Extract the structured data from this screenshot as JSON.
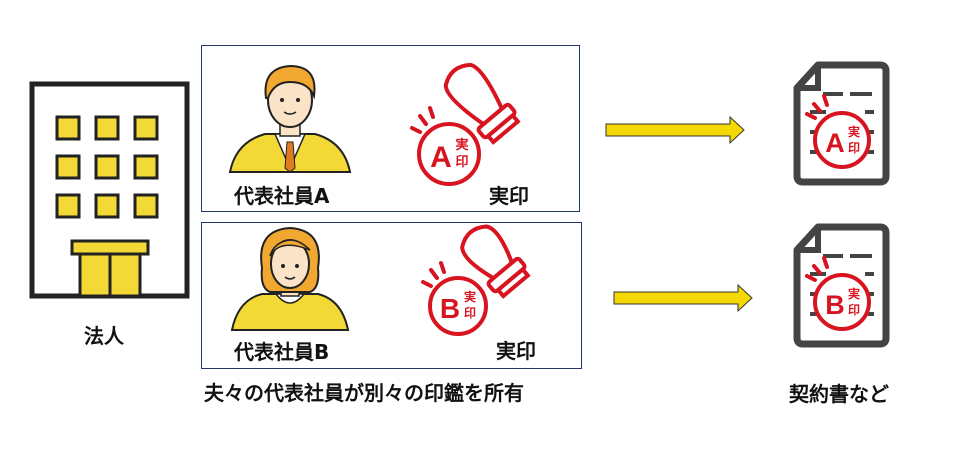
{
  "corporation": {
    "label": "法人"
  },
  "rows": [
    {
      "person_label": "代表社員A",
      "seal_caption": "実印",
      "seal_letter": "A",
      "seal_text_top": "実",
      "seal_text_bottom": "印"
    },
    {
      "person_label": "代表社員B",
      "seal_caption": "実印",
      "seal_letter": "B",
      "seal_text_top": "実",
      "seal_text_bottom": "印"
    }
  ],
  "group_caption": "夫々の代表社員が別々の印鑑を所有",
  "documents_label": "契約書など",
  "colors": {
    "seal_red": "#d7141f",
    "accent_yellow": "#f5d800",
    "building_yellow": "#f2d935",
    "frame_navy": "#1f3864",
    "outline": "#222222"
  }
}
